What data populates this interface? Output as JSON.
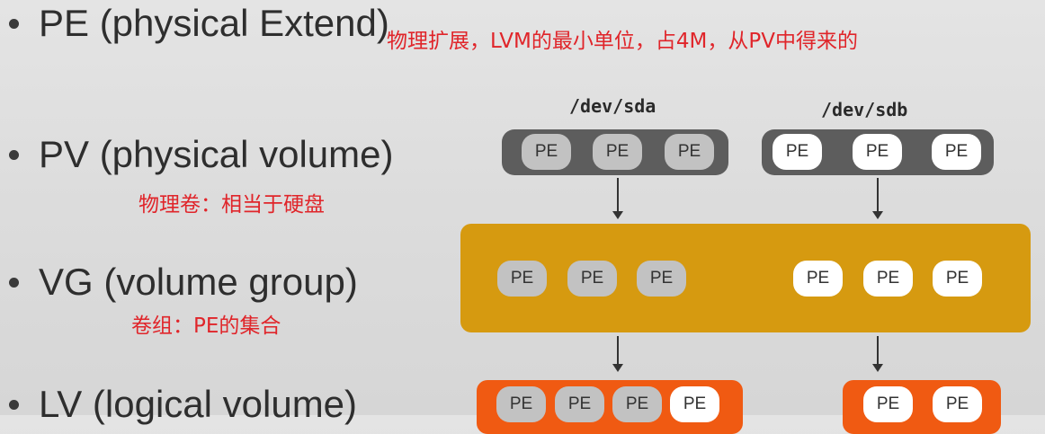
{
  "bullets": [
    {
      "text": "PE (physical Extend)",
      "note": "物理扩展，LVM的最小单位，占4M，从PV中得来的"
    },
    {
      "text": "PV (physical volume)",
      "note": "物理卷：相当于硬盘"
    },
    {
      "text": "VG (volume group)",
      "note": "卷组：PE的集合"
    },
    {
      "text": "LV (logical volume)",
      "note": ""
    }
  ],
  "diagram": {
    "disk_a": "/dev/sda",
    "disk_b": "/dev/sdb",
    "pe_label": "PE"
  },
  "colors": {
    "note_red": "#e0252a",
    "pv_dark": "#5d5d5d",
    "vg_gold": "#d69a10",
    "lv_orange": "#f05a12"
  }
}
